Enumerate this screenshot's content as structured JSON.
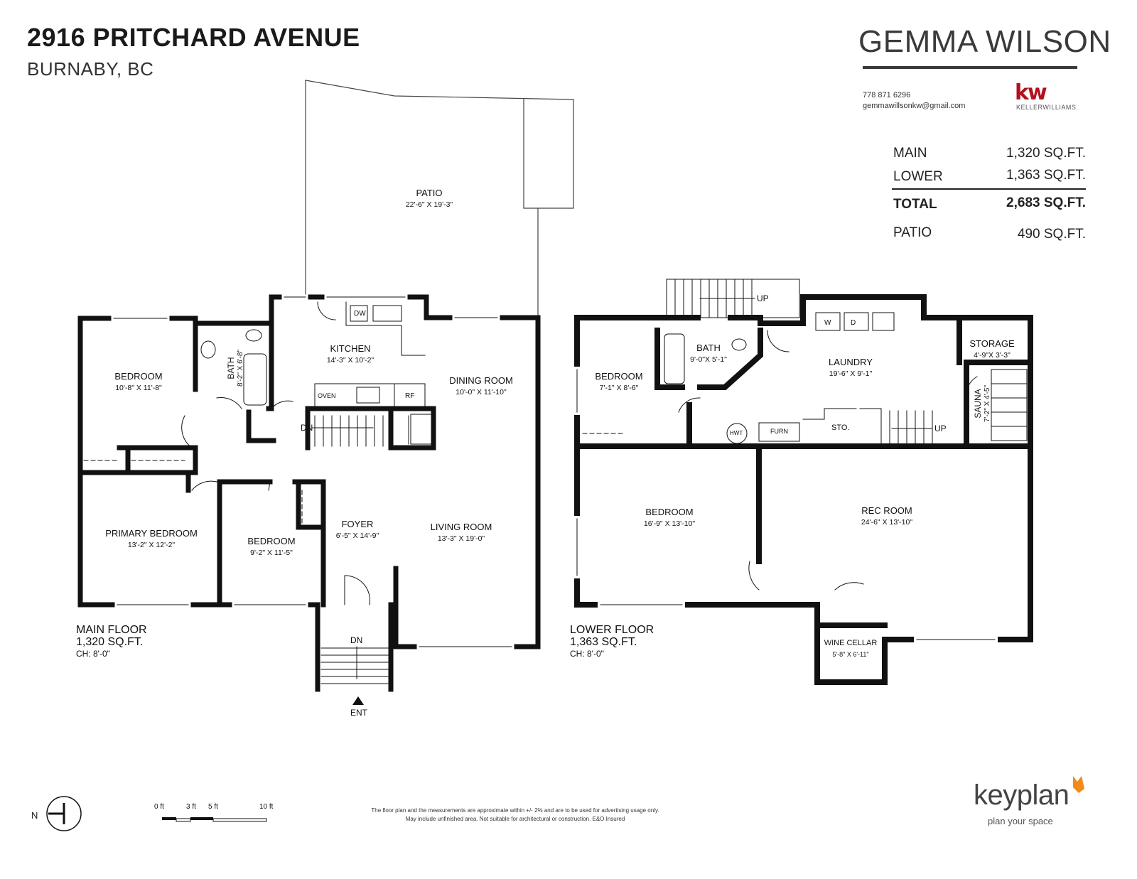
{
  "header": {
    "title": "2916 PRITCHARD AVENUE",
    "subtitle": "BURNABY, BC"
  },
  "agent": {
    "name": "GEMMA WILSON",
    "phone": "778 871 6296",
    "email": "gemmawillsonkw@gmail.com",
    "brand_mark": "kw",
    "brand_name": "KELLERWILLIAMS."
  },
  "area_summary": [
    {
      "label": "MAIN",
      "value": "1,320 SQ.FT."
    },
    {
      "label": "LOWER",
      "value": "1,363 SQ.FT."
    },
    {
      "label": "TOTAL",
      "value": "2,683 SQ.FT."
    },
    {
      "label": "PATIO",
      "value": "490 SQ.FT."
    }
  ],
  "main_floor": {
    "label": "MAIN FLOOR",
    "area": "1,320 SQ.FT.",
    "ceiling": "CH: 8'-0\"",
    "rooms": [
      {
        "name": "PATIO",
        "dim": "22'-6\" X 19'-3\""
      },
      {
        "name": "KITCHEN",
        "dim": "14'-3\" X 10'-2\""
      },
      {
        "name": "BEDROOM",
        "dim": "10'-8\" X 11'-8\""
      },
      {
        "name": "BATH",
        "dim": "8'-2\" X 6'-8\""
      },
      {
        "name": "DINING ROOM",
        "dim": "10'-0\" X 11'-10\""
      },
      {
        "name": "PRIMARY BEDROOM",
        "dim": "13'-2\" X 12'-2\""
      },
      {
        "name": "BEDROOM",
        "dim": "9'-2\" X 11'-5\""
      },
      {
        "name": "FOYER",
        "dim": "6'-5\" X 14'-9\""
      },
      {
        "name": "LIVING ROOM",
        "dim": "13'-3\" X 19'-0\""
      }
    ],
    "fixtures": {
      "dw": "DW",
      "oven": "OVEN",
      "rf": "RF",
      "dn1": "DN",
      "dn2": "DN",
      "ent": "ENT"
    }
  },
  "lower_floor": {
    "label": "LOWER FLOOR",
    "area": "1,363 SQ.FT.",
    "ceiling": "CH: 8'-0\"",
    "rooms": [
      {
        "name": "BEDROOM",
        "dim": "7'-1\" X 8'-6\""
      },
      {
        "name": "BATH",
        "dim": "9'-0\"X 5'-1\""
      },
      {
        "name": "LAUNDRY",
        "dim": "19'-6\" X 9'-1\""
      },
      {
        "name": "STORAGE",
        "dim": "4'-9\"X 3'-3\""
      },
      {
        "name": "SAUNA",
        "dim": "7'-2\" X 4'-5\""
      },
      {
        "name": "BEDROOM",
        "dim": "16'-9\" X 13'-10\""
      },
      {
        "name": "REC ROOM",
        "dim": "24'-6\" X 13'-10\""
      },
      {
        "name": "WINE CELLAR",
        "dim": "5'-8\" X 6'-11\""
      }
    ],
    "fixtures": {
      "up1": "UP",
      "up2": "UP",
      "w": "W",
      "d": "D",
      "hwt": "HWT",
      "furn": "FURN",
      "sto": "STO."
    }
  },
  "scale": {
    "ticks": [
      "0 ft",
      "3 ft",
      "5 ft",
      "10 ft"
    ]
  },
  "north": "N",
  "disclaimer": [
    "The floor plan and the measurements are approximate within +/- 2% and are to be used for advertising usage only.",
    "May include unfinished area. Not suitable for architectural or construction. E&O Insured"
  ],
  "brand": {
    "name": "keyplan",
    "tagline": "plan your space"
  },
  "colors": {
    "wall": "#111111",
    "kw_red": "#b40f1e",
    "keyplan_orange": "#f28a1c"
  }
}
